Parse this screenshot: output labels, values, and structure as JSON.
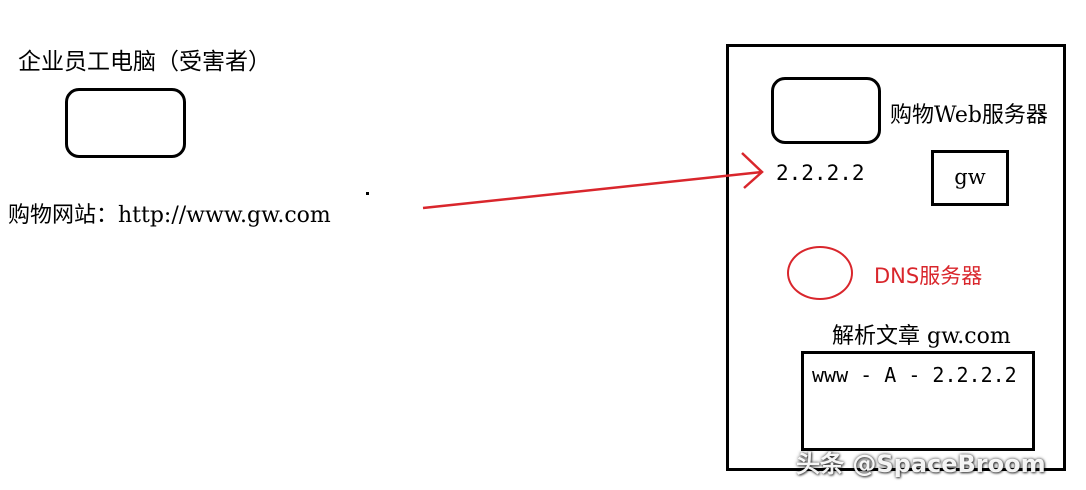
{
  "victim": {
    "title": "企业员工电脑（受害者）",
    "site_label": "购物网站：http://www.gw.com"
  },
  "server_area": {
    "web_server_label": "购物Web服务器",
    "web_server_ip": "2.2.2.2",
    "site_box_label": "gw",
    "dns_server_label": "DNS服务器",
    "zone_title": "解析文章 gw.com",
    "record": "www - A - 2.2.2.2"
  },
  "watermark": "头条 @SpaceBroom",
  "colors": {
    "arrow": "#d9262c",
    "dns_text": "#d9262c",
    "outline": "#000000"
  }
}
